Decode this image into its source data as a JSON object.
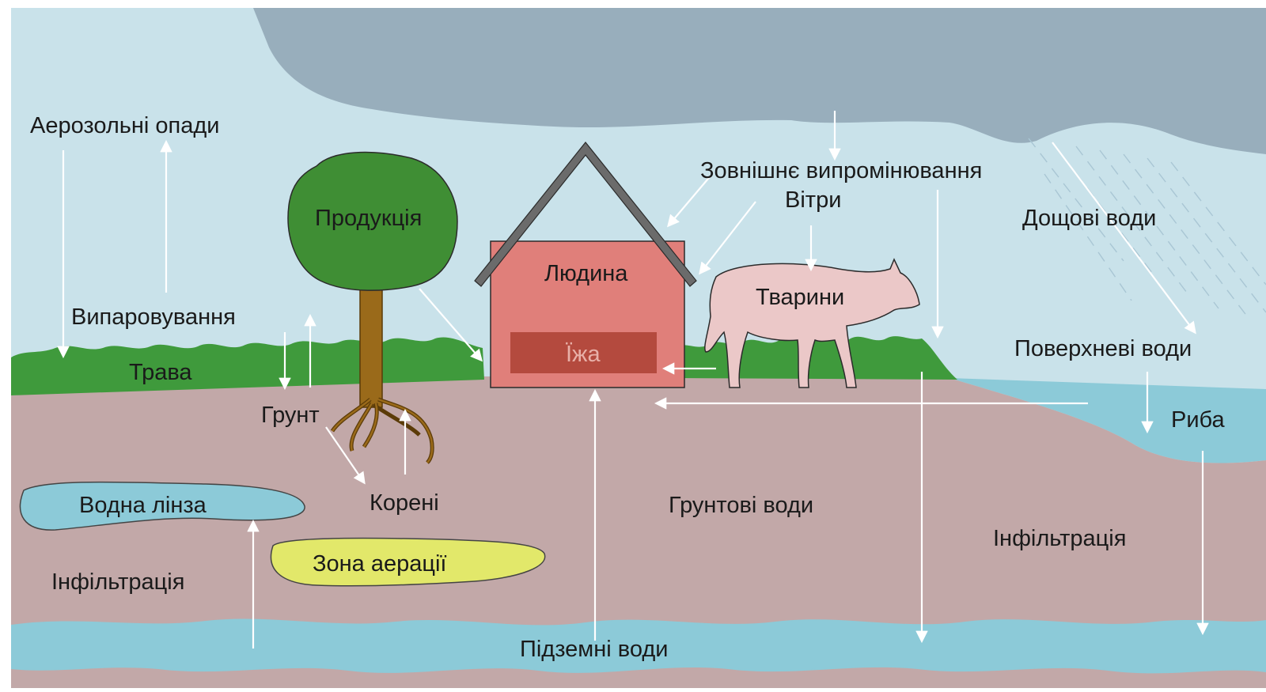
{
  "colors": {
    "sky": "#c9e2ea",
    "cloud": "#98aebc",
    "grass": "#3f9a3c",
    "soil": "#c2a8a8",
    "water": "#8ccad8",
    "house": "#e07f7a",
    "food": "#b44a3e",
    "roof": "#6b6b6b",
    "tree_crown": "#3f8e34",
    "trunk": "#9a6a1a",
    "cow": "#ebc8c8",
    "aeration_zone": "#e2e86a",
    "arrow": "#ffffff"
  },
  "labels": {
    "aerosol_fallout": "Аерозольні опади",
    "evaporation": "Випаровування",
    "grass": "Трава",
    "soil": "Грунт",
    "production": "Продукція",
    "human": "Людина",
    "food": "Їжа",
    "external_radiation": "Зовнішнє випромінювання",
    "winds": "Вітри",
    "animals": "Тварини",
    "rain_water": "Дощові води",
    "surface_water": "Поверхневі води",
    "fish": "Риба",
    "roots": "Корені",
    "water_lens": "Водна лінза",
    "groundwater": "Грунтові води",
    "infiltration_left": "Інфільтрація",
    "infiltration_right": "Інфільтрація",
    "aeration_zone": "Зона аерації",
    "underground_water": "Підземні води"
  }
}
